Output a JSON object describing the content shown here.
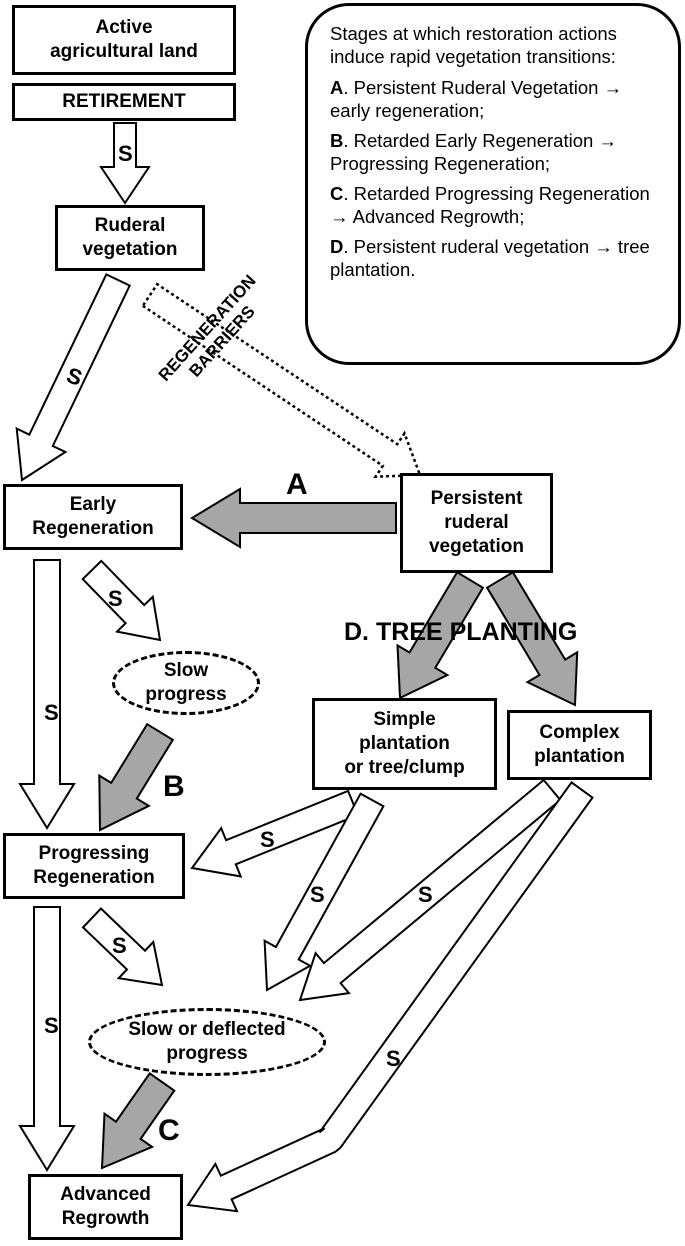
{
  "boxes": {
    "active": "Active\nagricultural land",
    "retirement": "RETIREMENT",
    "ruderal": "Ruderal\nvegetation",
    "early": "Early\nRegeneration",
    "persistent": "Persistent\nruderal\nvegetation",
    "simple": "Simple\nplantation\nor tree/clump",
    "complex": "Complex\nplantation",
    "progressing": "Progressing\nRegeneration",
    "advanced": "Advanced\nRegrowth"
  },
  "ovals": {
    "slow": "Slow\nprogress",
    "slow_deflected": "Slow or deflected\nprogress"
  },
  "labels": {
    "s": "S",
    "a": "A",
    "b": "B",
    "c": "C",
    "tree_planting": "D. TREE PLANTING",
    "barriers": "REGENERATION\nBARRIERS"
  },
  "legend": {
    "intro": "Stages at which restoration actions induce rapid vegetation transitions:",
    "items": [
      {
        "letter": "A",
        "text": ". Persistent Ruderal Vegetation → early regeneration;"
      },
      {
        "letter": "B",
        "text": ". Retarded Early Regeneration → Progressing Regeneration;"
      },
      {
        "letter": "C",
        "text": ". Retarded Progressing Regeneration → Advanced Regrowth;"
      },
      {
        "letter": "D",
        "text": ". Persistent ruderal vegetation → tree plantation."
      }
    ]
  },
  "colors": {
    "line": "#000000",
    "action_arrow": "#a6a6a6",
    "succession_arrow": "#ffffff"
  }
}
